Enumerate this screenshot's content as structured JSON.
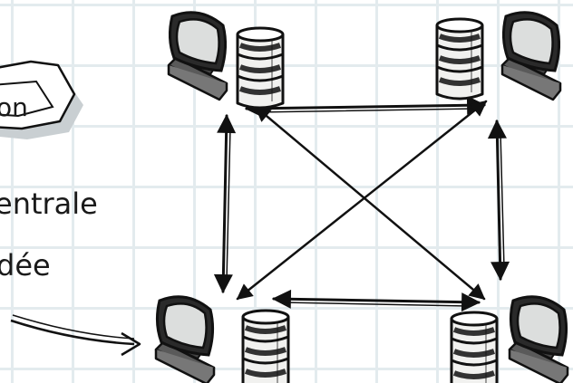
{
  "banner": {
    "label_fragment": "on"
  },
  "note": {
    "line1": "entrale",
    "line2": "dée"
  },
  "nodes": [
    {
      "name": "top-left",
      "icons": [
        "monitor-icon",
        "server-stack-icon"
      ]
    },
    {
      "name": "top-right",
      "icons": [
        "server-stack-icon",
        "monitor-icon"
      ]
    },
    {
      "name": "bottom-left",
      "icons": [
        "monitor-icon",
        "server-stack-icon"
      ]
    },
    {
      "name": "bottom-right",
      "icons": [
        "server-stack-icon",
        "monitor-icon"
      ]
    }
  ],
  "colors": {
    "ink": "#111111",
    "screen": "#dcdedd",
    "grid": "#e3ebee",
    "banner_shadow": "#c9cfd2"
  }
}
